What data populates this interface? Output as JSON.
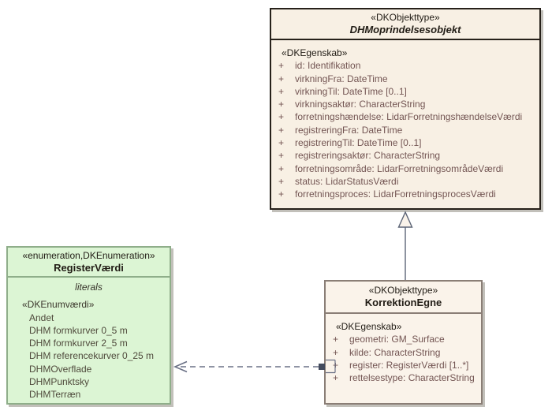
{
  "diagram_type": "uml-class-diagram",
  "classes": {
    "dhm": {
      "stereotype": "«DKObjekttype»",
      "name": "DHMoprindelsesobjekt",
      "attr_stereotype": "«DKEgenskab»",
      "attributes": [
        {
          "vis": "+",
          "text": "id: Identifikation"
        },
        {
          "vis": "+",
          "text": "virkningFra: DateTime"
        },
        {
          "vis": "+",
          "text": "virkningTil: DateTime [0..1]"
        },
        {
          "vis": "+",
          "text": "virkningsaktør: CharacterString"
        },
        {
          "vis": "+",
          "text": "forretningshændelse: LidarForretningshændelseVærdi"
        },
        {
          "vis": "+",
          "text": "registreringFra: DateTime"
        },
        {
          "vis": "+",
          "text": "registreringTil: DateTime [0..1]"
        },
        {
          "vis": "+",
          "text": "registreringsaktør: CharacterString"
        },
        {
          "vis": "+",
          "text": "forretningsområde: LidarForretningsområdeVærdi"
        },
        {
          "vis": "+",
          "text": "status: LidarStatusVærdi"
        },
        {
          "vis": "+",
          "text": "forretningsproces: LidarForretningsprocesVærdi"
        }
      ]
    },
    "register": {
      "stereotype": "«enumeration,DKEnumeration»",
      "name": "RegisterVærdi",
      "section_label": "literals",
      "attr_stereotype": "«DKEnumværdi»",
      "literals": [
        "Andet",
        "DHM formkurver 0_5 m",
        "DHM formkurver 2_5 m",
        "DHM referencekurver 0_25 m",
        "DHMOverflade",
        "DHMPunktsky",
        "DHMTerræn"
      ]
    },
    "korrektion": {
      "stereotype": "«DKObjekttype»",
      "name": "KorrektionEgne",
      "attr_stereotype": "«DKEgenskab»",
      "attributes": [
        {
          "vis": "+",
          "text": "geometri: GM_Surface"
        },
        {
          "vis": "+",
          "text": "kilde: CharacterString"
        },
        {
          "vis": "+",
          "text": "register: RegisterVærdi [1..*]"
        },
        {
          "vis": "+",
          "text": "rettelsestype: CharacterString"
        }
      ]
    }
  },
  "relations": {
    "generalization": "KorrektionEgne → DHMoprindelsesobjekt",
    "dependency": "KorrektionEgne.register ⇢ RegisterVærdi"
  },
  "colors": {
    "box-fill": "#f8f0e4",
    "box-fill-light": "#faf3ea",
    "box-border-dark": "#27211a",
    "box-border-brown": "#8a7e76",
    "enum-fill": "#dcf5d4",
    "enum-border": "#8fae8a",
    "attr-text": "#735553",
    "enum-text": "#4f4a3c",
    "heading-text": "#211c15",
    "connector": "#5c6577",
    "shadow": "#c2c0ba"
  }
}
